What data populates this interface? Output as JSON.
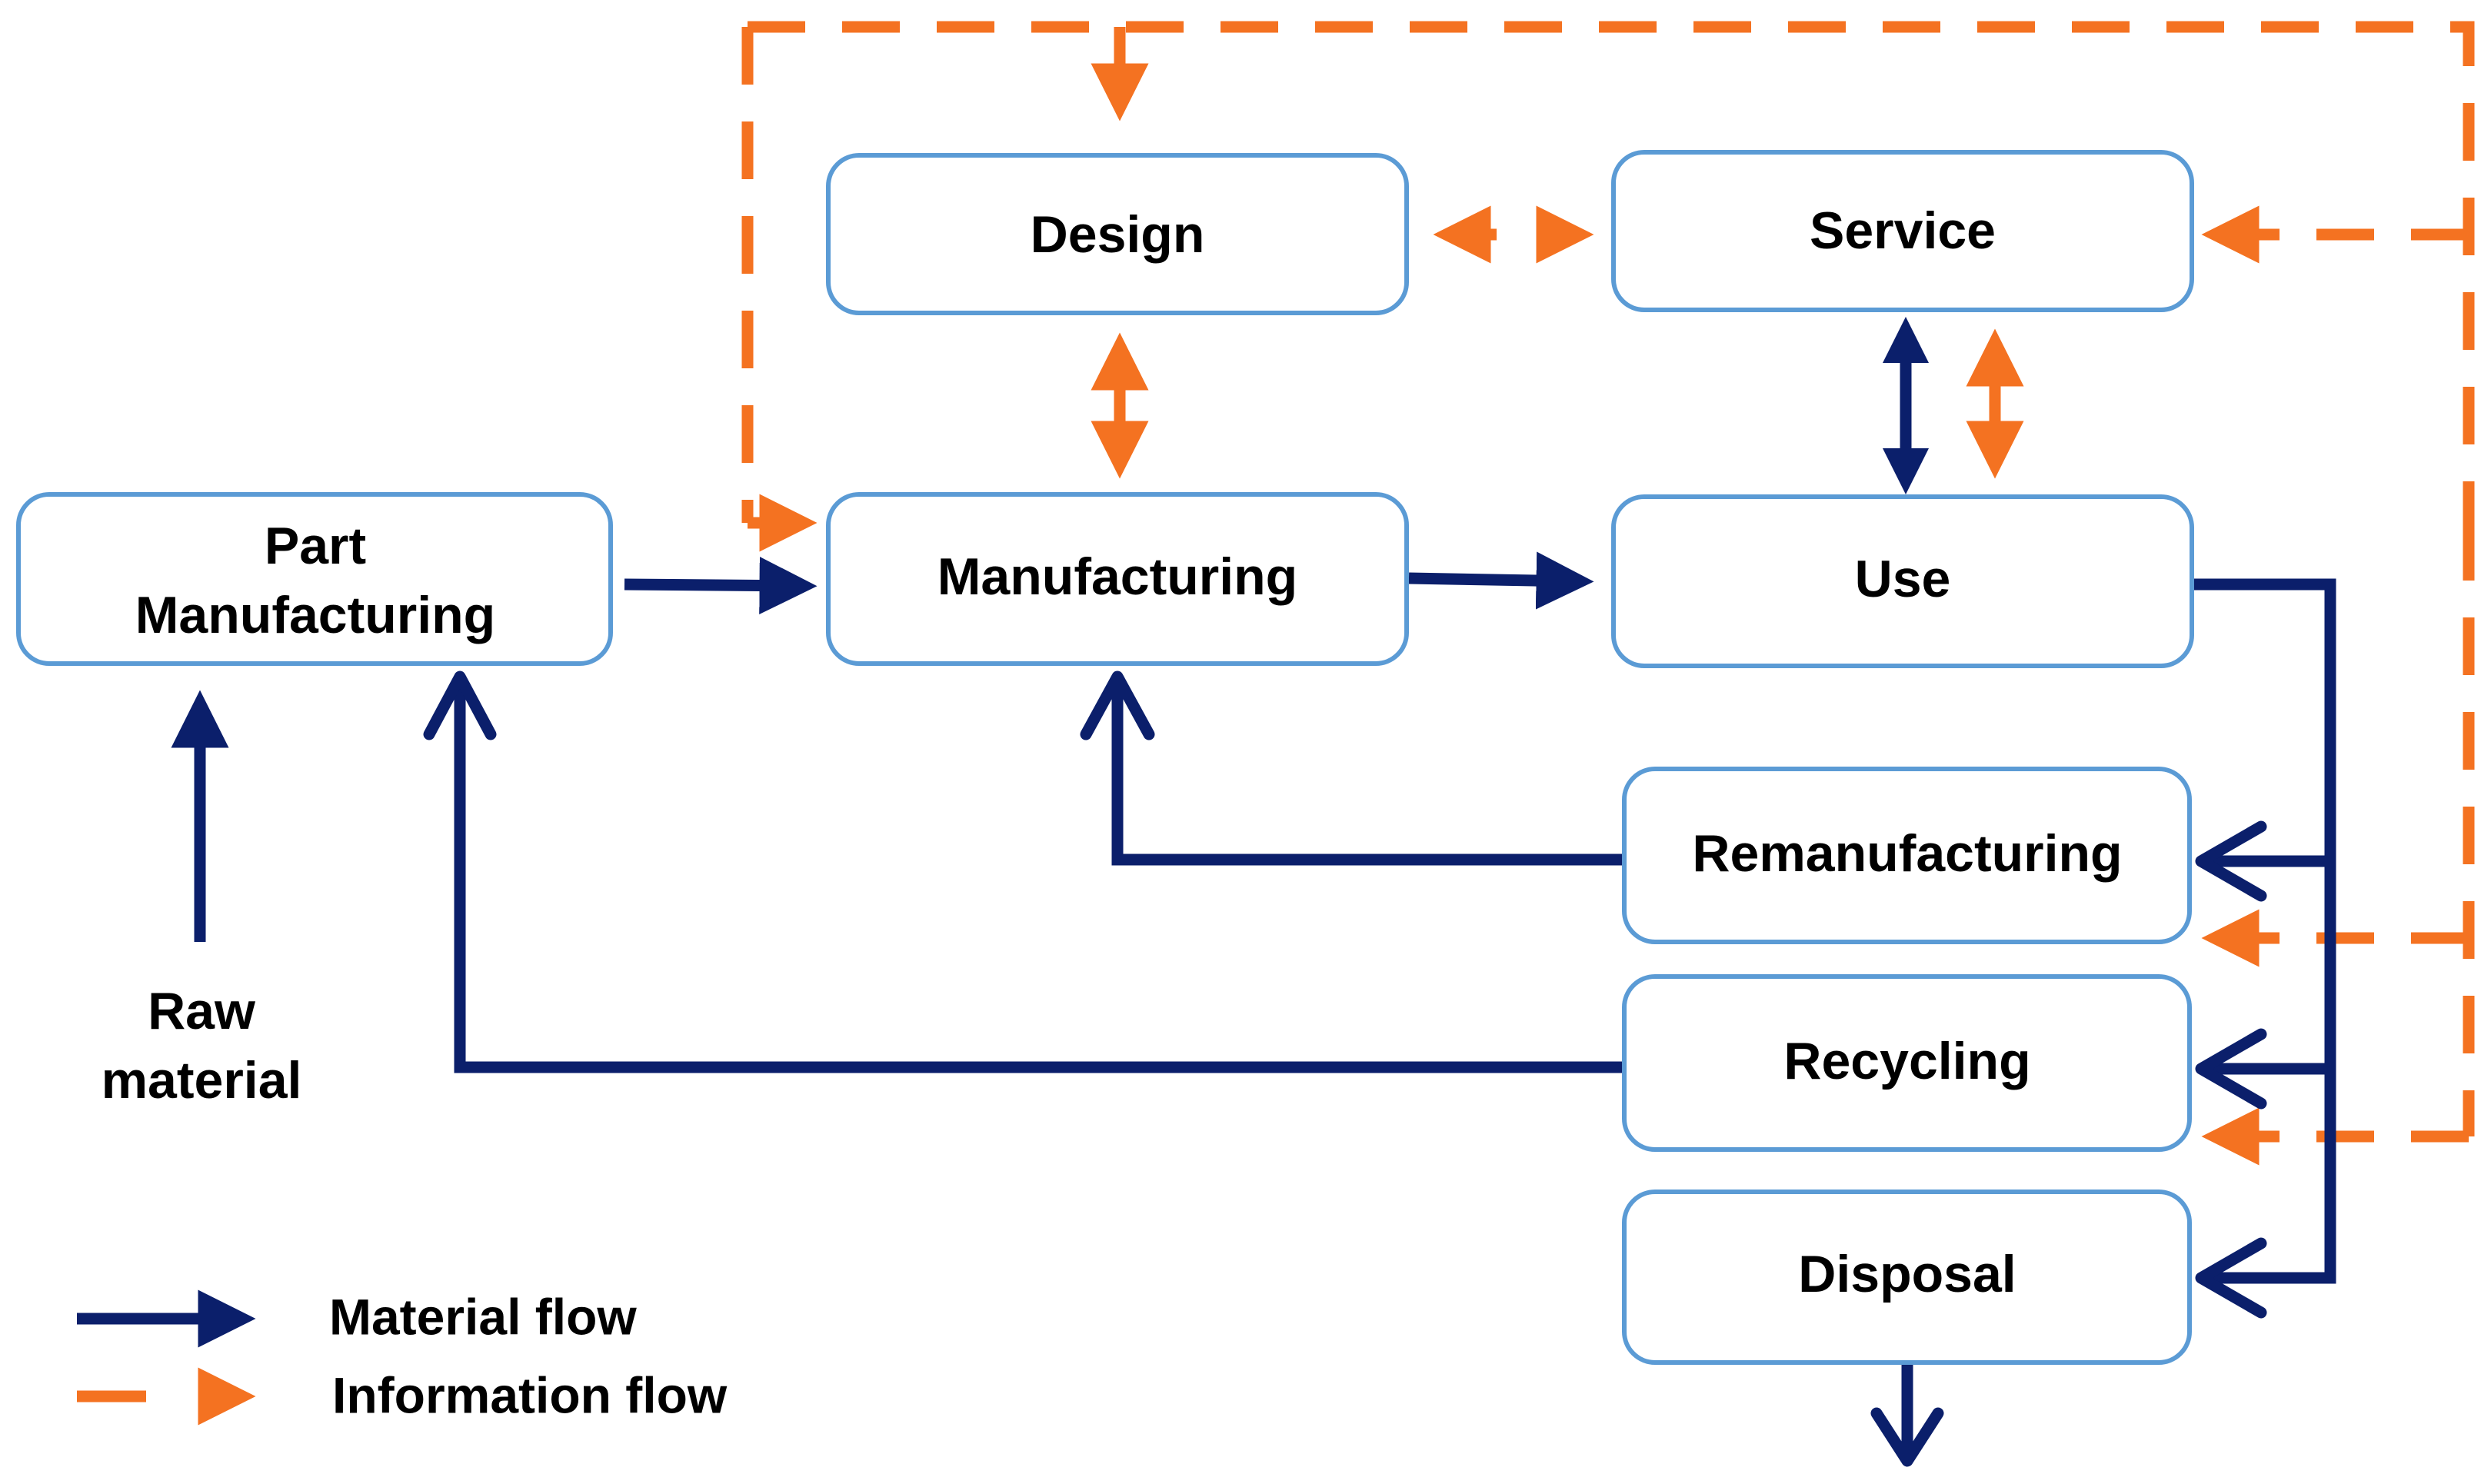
{
  "nodes": {
    "design": "Design",
    "service": "Service",
    "part_manufacturing_line1": "Part",
    "part_manufacturing_line2": "Manufacturing",
    "manufacturing": "Manufacturing",
    "use": "Use",
    "remanufacturing": "Remanufacturing",
    "recycling": "Recycling",
    "disposal": "Disposal"
  },
  "source": {
    "line1": "Raw",
    "line2": "material"
  },
  "legend": {
    "material_flow": "Material flow",
    "information_flow": "Information flow"
  },
  "colors": {
    "material_flow": "#0b1f6b",
    "information_flow": "#f47221",
    "box_border": "#5b9bd5"
  }
}
